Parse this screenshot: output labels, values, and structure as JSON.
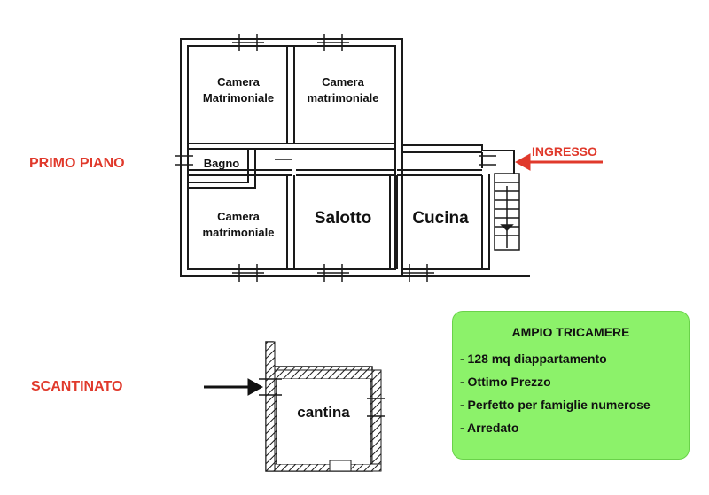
{
  "labels": {
    "primo_piano": "PRIMO PIANO",
    "scantinato": "SCANTINATO",
    "ingresso": "INGRESSO"
  },
  "rooms": {
    "camera_1_line1": "Camera",
    "camera_1_line2": "Matrimoniale",
    "camera_2_line1": "Camera",
    "camera_2_line2": "matrimoniale",
    "bagno": "Bagno",
    "camera_3_line1": "Camera",
    "camera_3_line2": "matrimoniale",
    "salotto": "Salotto",
    "cucina": "Cucina",
    "cantina": "cantina"
  },
  "info": {
    "title": "AMPIO TRICAMERE",
    "items": [
      "- 128 mq diappartamento",
      "- Ottimo Prezzo",
      "- Perfetto per famiglie numerose",
      "- Arredato"
    ]
  },
  "colors": {
    "accent_red": "#e0392b",
    "box_green": "#8cf26a",
    "wall": "#1a1a1a"
  }
}
